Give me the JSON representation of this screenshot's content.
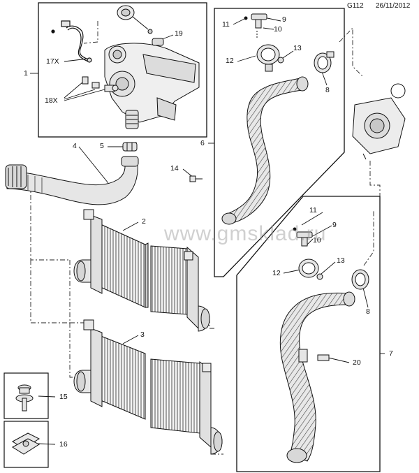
{
  "header": {
    "code": "G112",
    "date": "26/11/2012"
  },
  "watermark": "www.gmsklad.ru",
  "callouts": {
    "c1": "1",
    "c2": "2",
    "c3": "3",
    "c4": "4",
    "c5": "5",
    "c6": "6",
    "c7": "7",
    "c8a": "8",
    "c8b": "8",
    "c9a": "9",
    "c9b": "9",
    "c10a": "10",
    "c10b": "10",
    "c11a": "11",
    "c11b": "11",
    "c12a": "12",
    "c12b": "12",
    "c13a": "13",
    "c13b": "13",
    "c14": "14",
    "c15": "15",
    "c16": "16",
    "c17x": "17X",
    "c18x": "18X",
    "c19": "19",
    "c20": "20"
  },
  "colors": {
    "line": "#111111",
    "part_fill": "#f2f2f2",
    "part_shade": "#cfcfcf",
    "hose_fill": "#e6e6e6"
  }
}
